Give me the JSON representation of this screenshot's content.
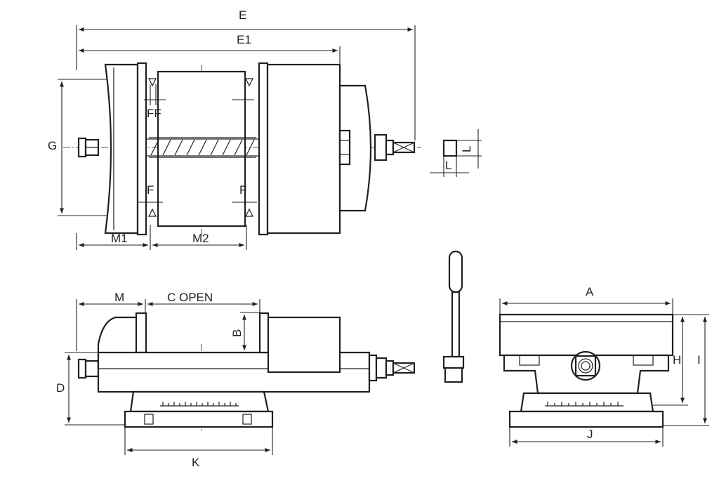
{
  "dimension_labels": {
    "E": "E",
    "E1": "E1",
    "G": "G",
    "FF": "FF",
    "F_left": "F",
    "F_right": "F",
    "M1": "M1",
    "M2": "M2",
    "L_vertical": "L",
    "L_horizontal": "L",
    "M": "M",
    "C_open": "C OPEN",
    "B": "B",
    "D": "D",
    "K": "K",
    "A": "A",
    "H": "H",
    "I": "I",
    "J": "J"
  },
  "colors": {
    "line": "#231f20",
    "background": "#ffffff"
  }
}
